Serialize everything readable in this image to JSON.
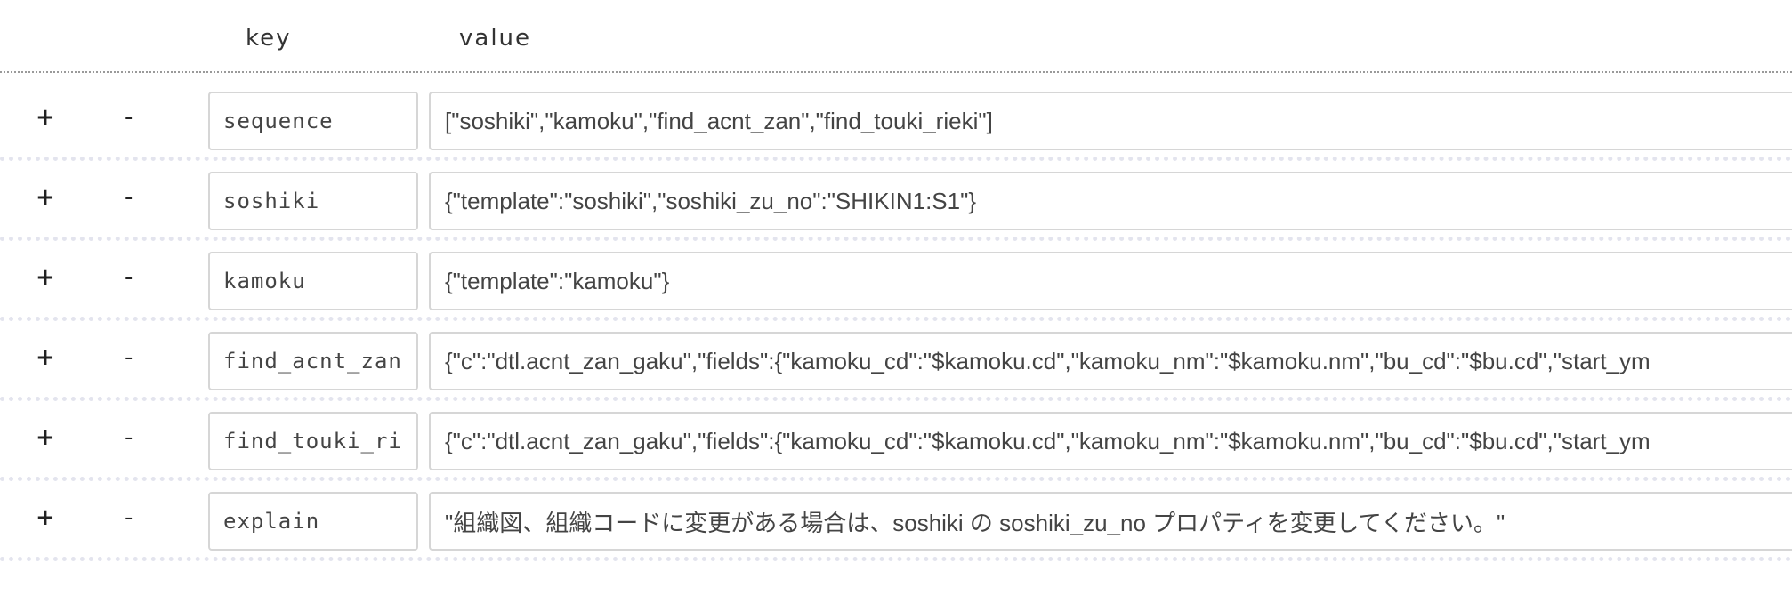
{
  "header": {
    "key_label": "key",
    "value_label": "value"
  },
  "buttons": {
    "add": "+",
    "remove": "-"
  },
  "rows": [
    {
      "key": "sequence",
      "value": "[\"soshiki\",\"kamoku\",\"find_acnt_zan\",\"find_touki_rieki\"]"
    },
    {
      "key": "soshiki",
      "value": "{\"template\":\"soshiki\",\"soshiki_zu_no\":\"SHIKIN1:S1\"}"
    },
    {
      "key": "kamoku",
      "value": "{\"template\":\"kamoku\"}"
    },
    {
      "key": "find_acnt_zan",
      "value": "{\"c\":\"dtl.acnt_zan_gaku\",\"fields\":{\"kamoku_cd\":\"$kamoku.cd\",\"kamoku_nm\":\"$kamoku.nm\",\"bu_cd\":\"$bu.cd\",\"start_ym"
    },
    {
      "key": "find_touki_rieki",
      "value": "{\"c\":\"dtl.acnt_zan_gaku\",\"fields\":{\"kamoku_cd\":\"$kamoku.cd\",\"kamoku_nm\":\"$kamoku.nm\",\"bu_cd\":\"$bu.cd\",\"start_ym"
    },
    {
      "key": "explain",
      "value": "\"組織図、組織コードに変更がある場合は、soshiki の soshiki_zu_no プロパティを変更してください。\""
    }
  ]
}
